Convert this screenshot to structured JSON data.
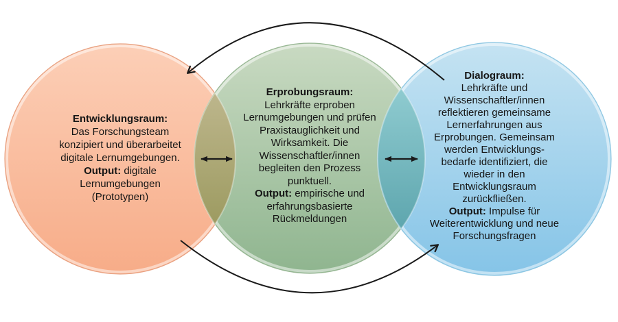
{
  "diagram": {
    "background": "#ffffff",
    "colors": {
      "arrow": "#1a1a1a",
      "text": "#161616",
      "orange_top": "#fccfb7",
      "orange_bottom": "#f7ac88",
      "orange_stroke": "#e8a181",
      "green_top": "#c9dac2",
      "green_bottom": "#8fb58f",
      "green_stroke": "#98b794",
      "blue_top": "#c5e3f2",
      "blue_bottom": "#85c4e7",
      "blue_stroke": "#8ec7e2",
      "overlap_olive_top": "#bdb68c",
      "overlap_olive_bottom": "#9d9b61",
      "overlap_teal_top": "#8fcbd0",
      "overlap_teal_bottom": "#5ea6ae"
    },
    "circles": [
      {
        "id": "entwicklungsraum",
        "title": "Entwicklungsraum:",
        "body": [
          "Das Forschungsteam",
          "konzipiert und überarbeitet",
          "digitale Lernumgebungen."
        ],
        "output_label": "Output:",
        "output_rest": " digitale",
        "tail": [
          "Lernumgebungen",
          "(Prototypen)"
        ]
      },
      {
        "id": "erprobungsraum",
        "title": "Erprobungsraum:",
        "body": [
          "Lehrkräfte erproben",
          "Lernumgebungen und prüfen",
          "Praxistauglichkeit und",
          "Wirksamkeit. Die",
          "Wissenschaftler/innen",
          "begleiten den Prozess",
          "punktuell."
        ],
        "output_label": "Output:",
        "output_rest": " empirische und",
        "tail": [
          "erfahrungsbasierte",
          "Rückmeldungen"
        ]
      },
      {
        "id": "dialograum",
        "title": "Dialograum:",
        "body": [
          "Lehrkräfte und",
          "Wissenschaftler/innen",
          "reflektieren gemeinsame",
          "Lernerfahrungen aus",
          "Erprobungen. Gemeinsam",
          "werden Entwicklungs-",
          "bedarfe identifiziert, die",
          "wieder in den",
          "Entwicklungsraum",
          "zurückfließen."
        ],
        "output_label": "Output:",
        "output_rest": " Impulse für",
        "tail": [
          "Weiterentwicklung und neue",
          "Forschungsfragen"
        ]
      }
    ]
  }
}
